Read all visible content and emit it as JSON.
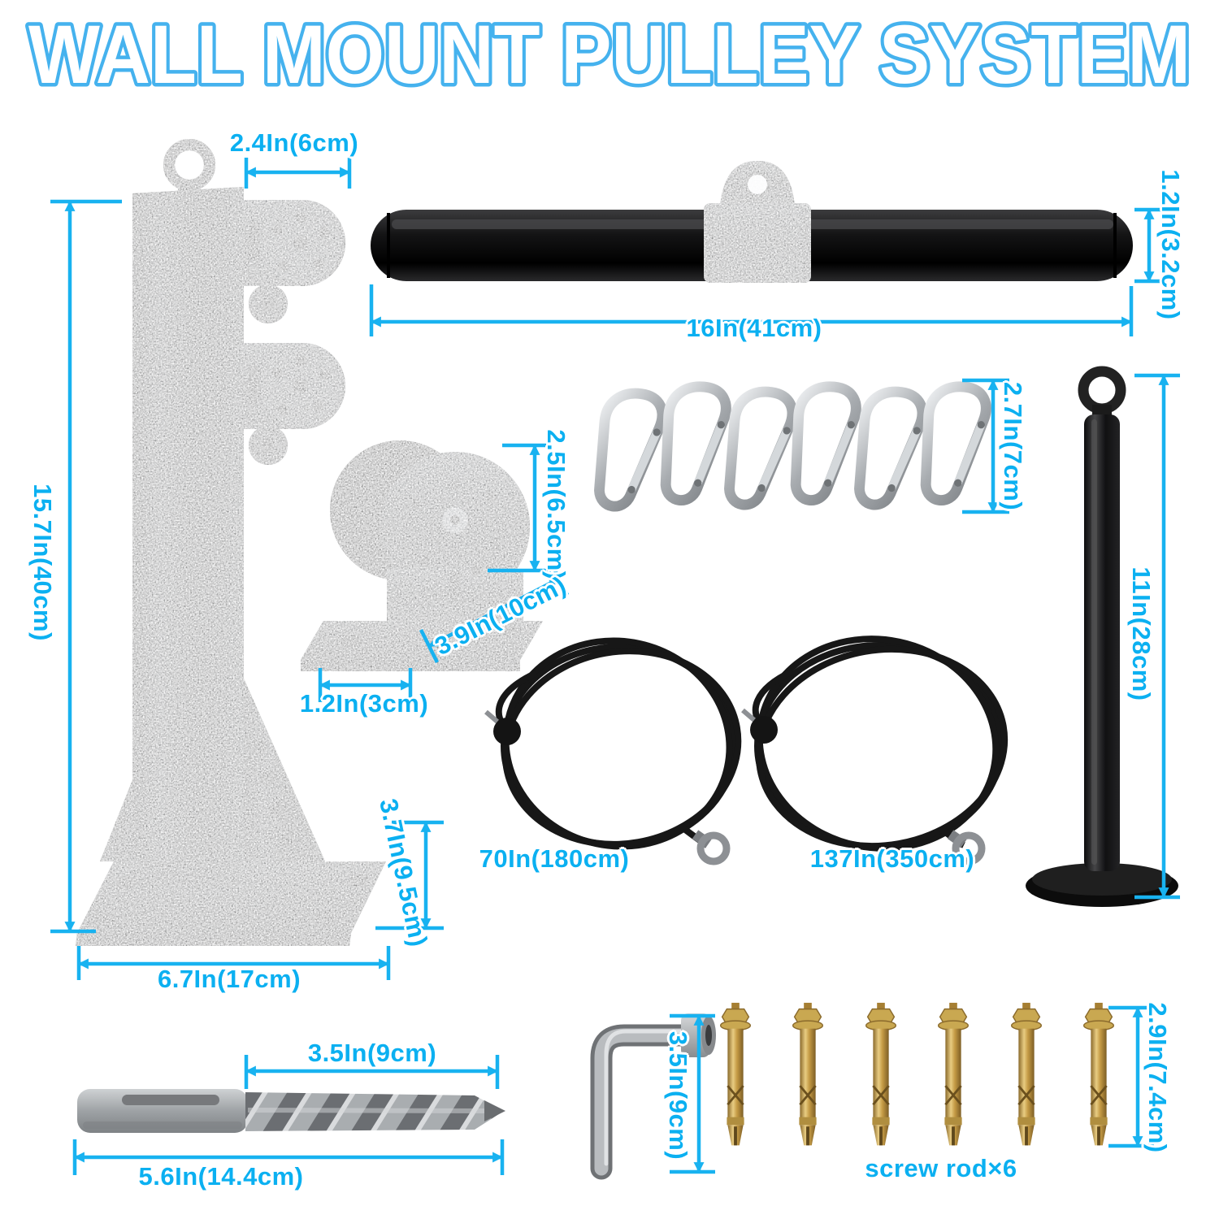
{
  "title": "WALL MOUNT PULLEY SYSTEM",
  "colors": {
    "accent": "#18b2f0",
    "title_outline": "#45b2ee"
  },
  "parts": {
    "wall_bracket": {
      "dim_arm_width": "2.4In(6cm)",
      "dim_height": "15.7In(40cm)",
      "dim_gusset_height": "3.7In(9.5cm)",
      "dim_base_width": "6.7In(17cm)"
    },
    "lat_bar": {
      "dim_diameter": "1.2In(3.2cm)",
      "dim_length": "16In(41cm)"
    },
    "carabiners": {
      "dim_length": "2.7In(7cm)"
    },
    "pulley": {
      "dim_height": "2.5In(6.5cm)",
      "dim_width": "3.9In(10cm)",
      "dim_base_thickness": "1.2In(3cm)"
    },
    "loading_pin": {
      "dim_height": "11In(28cm)"
    },
    "cable_short": {
      "dim_length": "70In(180cm)"
    },
    "cable_long": {
      "dim_length": "137In(350cm)"
    },
    "drill_bit": {
      "dim_flute_length": "3.5In(9cm)",
      "dim_total_length": "5.6In(14.4cm)"
    },
    "hex_wrench": {
      "dim_length": "3.5In(9cm)"
    },
    "screw_rods": {
      "dim_length": "2.9In(7.4cm)",
      "label": "screw rod×6"
    }
  }
}
